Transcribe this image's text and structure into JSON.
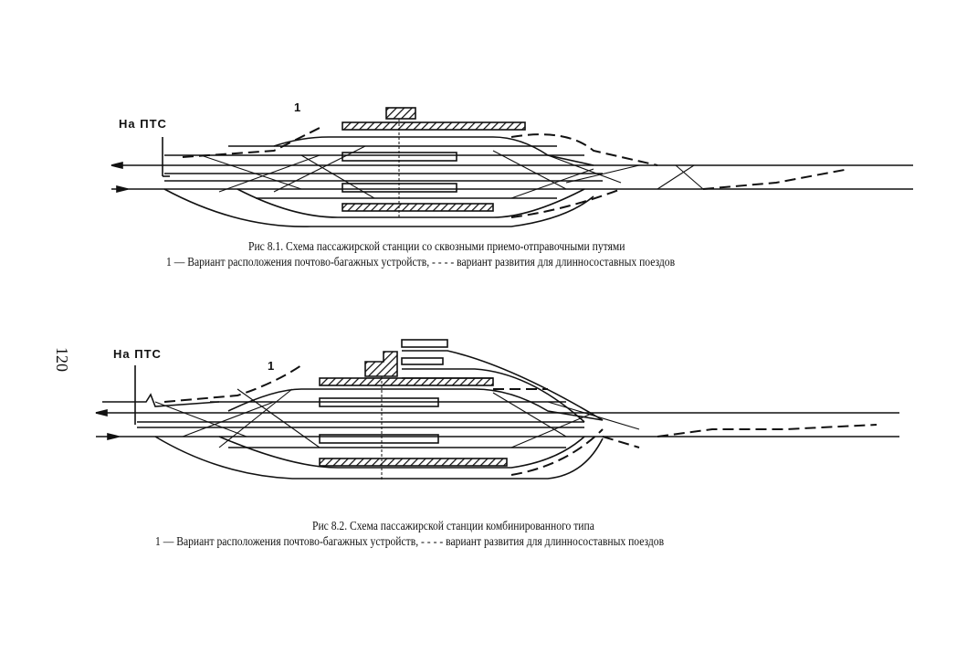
{
  "page_number": "120",
  "figures": [
    {
      "label_pts": "На ПТС",
      "label_variant": "1",
      "caption_title": "Рис 8.1. Схема пассажирской станции со сквозными приемо-отправочными путями",
      "caption_legend": "1 — Вариант расположения почтово-багажных устройств, - - - - вариант развития для длинносоставных поездов"
    },
    {
      "label_pts": "На ПТС",
      "label_variant": "1",
      "caption_title": "Рис 8.2. Схема пассажирской станции комбинированного типа",
      "caption_legend": "1 — Вариант расположения почтово-багажных устройств, - - - - вариант развития для длинносоставных поездов"
    }
  ]
}
